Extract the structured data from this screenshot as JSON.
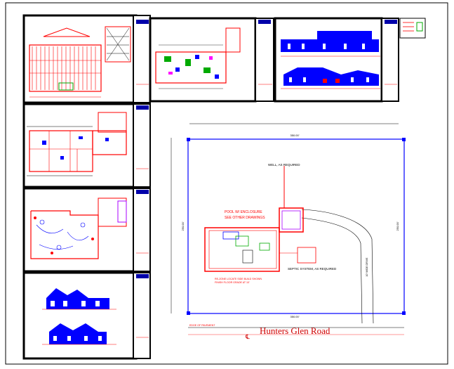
{
  "site_plan": {
    "road_name": "Hunters Glen Road",
    "well_note": "WELL, AS REQUIRED",
    "pool_note_line1": "POOL W/ ENCLOSURE",
    "pool_note_line2": "SEE OTHER DRAWINGS",
    "septic_note": "SEPTIC SYSTEM, AS REQUIRED",
    "building_note_line1": "RE-ZONE LOCATE SIDE BUILD SHOWN",
    "building_note_line2": "FINISH FLOOR GRADE AT 10'",
    "top_dim": "350.00'",
    "bottom_dim": "350.00'",
    "left_dim": "250.00'",
    "right_dim": "250.00'",
    "driveway_label": "10' WIDE DRIVE",
    "row_label": "EDGE OF PAVEMENT",
    "centerline": "℄"
  },
  "colors": {
    "frame": "#000000",
    "wall": "#ff0000",
    "property": "#0000ff",
    "elevation": "#0000ff",
    "note": "#ff0000",
    "road_text": "#d00000"
  }
}
